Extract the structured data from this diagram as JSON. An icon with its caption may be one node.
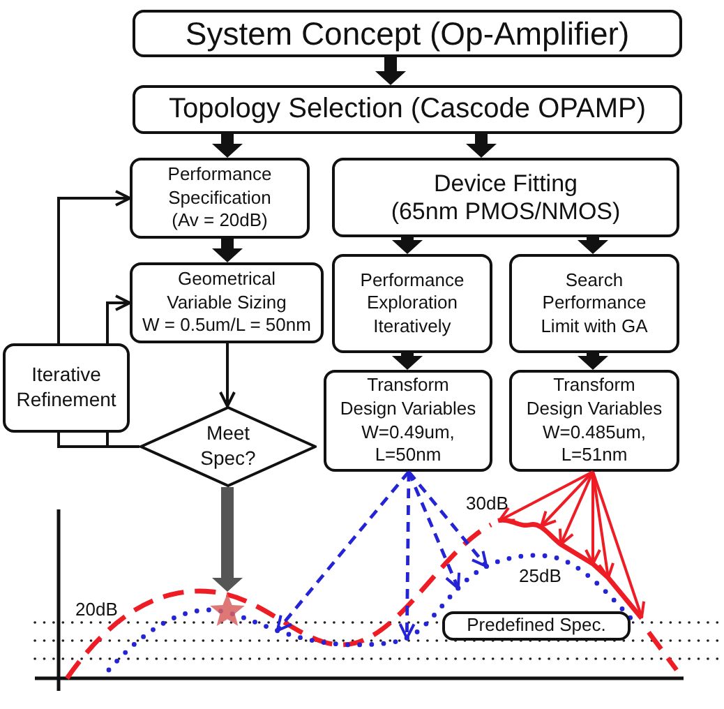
{
  "diagram": {
    "nodes": [
      {
        "text": [
          "System Concept (Op-Amplifier)"
        ]
      },
      {
        "text": [
          "Topology Selection (Cascode OPAMP)"
        ]
      },
      {
        "text": [
          "Performance Specification",
          "(Av = 20dB)"
        ]
      },
      {
        "text": [
          "Device Fitting",
          "(65nm PMOS/NMOS)"
        ]
      },
      {
        "text": [
          "Geometrical Variable Sizing",
          "W = 0.5um/L = 50nm"
        ]
      },
      {
        "text": [
          "Performance Exploration Iteratively"
        ]
      },
      {
        "text": [
          "Search Performance Limit with GA"
        ]
      },
      {
        "text": [
          "Iterative Refinement"
        ]
      },
      {
        "text": [
          "Meet Spec?"
        ]
      },
      {
        "text": [
          "Transform Design Variables",
          "W=0.49um, L=50nm"
        ]
      },
      {
        "text": [
          "Transform Design Variables",
          "W=0.485um, L=51nm"
        ]
      },
      {
        "text": [],
        "shape": "star"
      },
      {
        "text": [
          "Predefined Spec."
        ]
      },
      {
        "text": [],
        "shape": "curve"
      },
      {
        "text": [],
        "shape": "dot"
      },
      {
        "text": [],
        "shape": "dot"
      },
      {
        "text": [],
        "shape": "dot"
      },
      {
        "text": [],
        "shape": "dot"
      }
    ],
    "edges": [
      {
        "from": 0,
        "to": 1,
        "arrow": "to",
        "style": "thick"
      },
      {
        "from": 1,
        "to": 2,
        "arrow": "to",
        "style": "thick"
      },
      {
        "from": 1,
        "to": 3,
        "arrow": "to",
        "style": "thick"
      },
      {
        "from": 2,
        "to": 4,
        "arrow": "to",
        "style": "thick"
      },
      {
        "from": 3,
        "to": 5,
        "arrow": "to",
        "style": "thick"
      },
      {
        "from": 3,
        "to": 6,
        "arrow": "to",
        "style": "thick"
      },
      {
        "from": 4,
        "to": 8,
        "arrow": "to"
      },
      {
        "from": 8,
        "to": 7,
        "arrow": "none"
      },
      {
        "from": 7,
        "to": 2,
        "arrow": "to"
      },
      {
        "from": 7,
        "to": 4,
        "arrow": "to"
      },
      {
        "from": 5,
        "to": 9,
        "arrow": "to",
        "style": "thick"
      },
      {
        "from": 6,
        "to": 10,
        "arrow": "to",
        "style": "thick"
      },
      {
        "from": 8,
        "to": 11,
        "arrow": "to",
        "style": "thick",
        "color": "#555555"
      },
      {
        "from": 9,
        "to": 14,
        "arrow": "to",
        "style": "dashed",
        "color": "#2424d6"
      },
      {
        "from": 9,
        "to": 15,
        "arrow": "to",
        "style": "dashed",
        "color": "#2424d6"
      },
      {
        "from": 9,
        "to": 16,
        "arrow": "to",
        "style": "dashed",
        "color": "#2424d6"
      },
      {
        "from": 9,
        "to": 17,
        "arrow": "to",
        "style": "dashed",
        "color": "#2424d6"
      },
      {
        "from": 10,
        "to": 13,
        "arrow": "to",
        "color": "#ee1c24"
      },
      {
        "from": 10,
        "to": 13,
        "arrow": "to",
        "color": "#ee1c24"
      },
      {
        "from": 10,
        "to": 13,
        "arrow": "to",
        "color": "#ee1c24"
      },
      {
        "from": 10,
        "to": 13,
        "arrow": "to",
        "color": "#ee1c24"
      },
      {
        "from": 10,
        "to": 13,
        "arrow": "to",
        "color": "#ee1c24"
      },
      {
        "from": 10,
        "to": 13,
        "arrow": "to",
        "color": "#ee1c24"
      }
    ],
    "labels": [
      "30dB",
      "25dB",
      "20dB"
    ]
  }
}
